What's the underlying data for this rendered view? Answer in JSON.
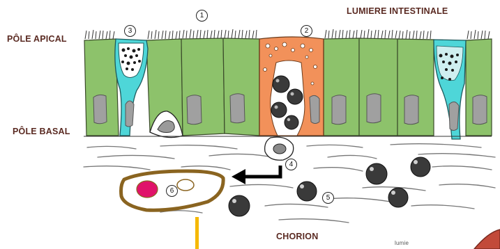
{
  "labels": {
    "apical_pole": "PÔLE APICAL",
    "basal_pole": "PÔLE BASAL",
    "intestinal_lumen": "LUMIERE INTESTINALE",
    "chorion": "CHORION",
    "partial_label": "lumie"
  },
  "markers": {
    "m1": "1",
    "m2": "2",
    "m3": "3",
    "m4": "4",
    "m5": "5",
    "m6": "6"
  },
  "colors": {
    "enterocyte": "#8dc26b",
    "goblet_cell": "#4ed6d8",
    "m_cell": "#f2915a",
    "macrophage": "#a07a2a",
    "nucleus": "#a0a0a0",
    "lymphocyte": "#3a3a3a",
    "arrow": "#000000",
    "vessel": "#f5b800",
    "label_text": "#5a2a22"
  }
}
